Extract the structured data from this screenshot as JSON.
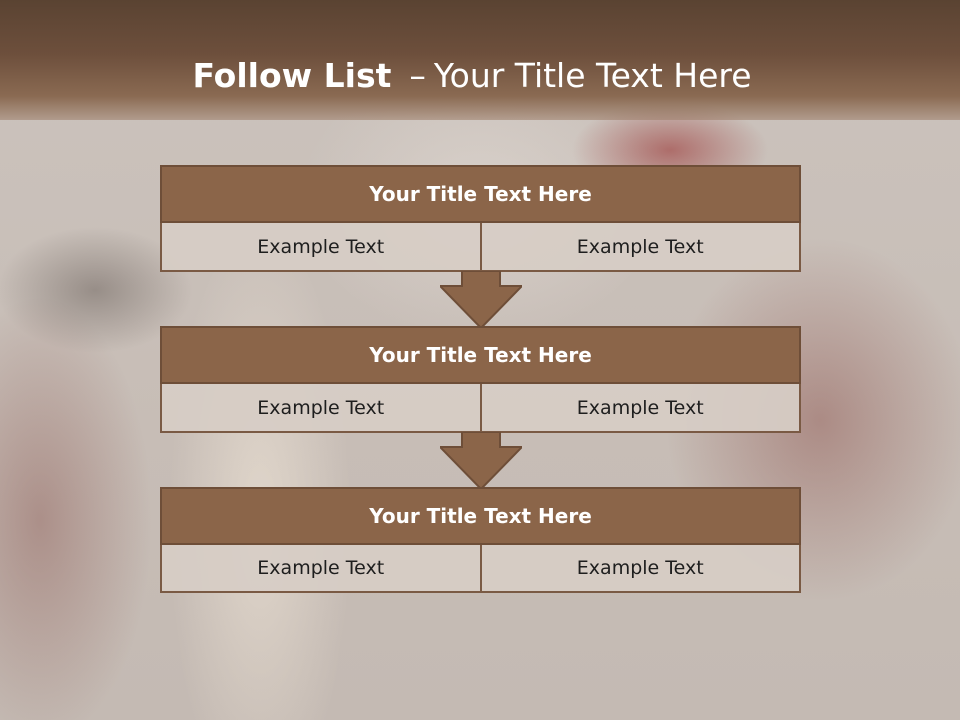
{
  "slide": {
    "title_bold": "Follow List",
    "title_separator": "–",
    "title_rest": "Your Title Text Here"
  },
  "blocks": [
    {
      "title": "Your Title Text Here",
      "left_text": "Example Text",
      "right_text": "Example Text"
    },
    {
      "title": "Your Title Text Here",
      "left_text": "Example Text",
      "right_text": "Example Text"
    },
    {
      "title": "Your Title Text Here",
      "left_text": "Example Text",
      "right_text": "Example Text"
    }
  ],
  "colors": {
    "header_bar": "#6d4f3c",
    "block_title_fill": "#8b6549",
    "block_border": "#6e4e38",
    "cell_fill": "#d7cdc6",
    "arrow_fill": "#8b6549"
  }
}
